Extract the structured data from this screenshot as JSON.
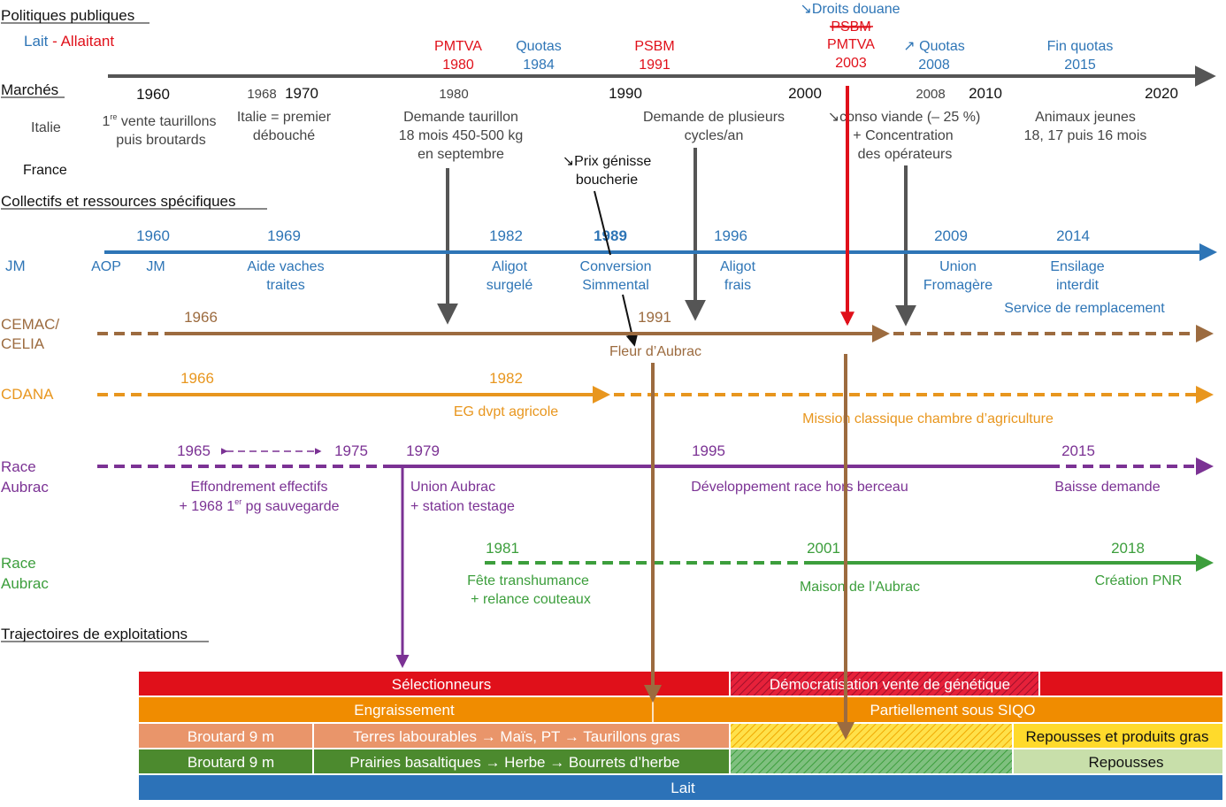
{
  "colors": {
    "gray": "#555555",
    "blue": "#2E75B6",
    "brown": "#9C6B3F",
    "orange": "#E8961E",
    "purple": "#7B3294",
    "green": "#3C9E3C",
    "red": "#E0101A",
    "engraissement": "#F08C00",
    "terres": "#E9956A",
    "prairies": "#4C8A2E",
    "lait": "#2C72B8",
    "yellow": "#FFDA2B",
    "light_green": "#C8DFAA",
    "hatch_red": "#C8102E"
  },
  "sections": {
    "politiques": "Politiques publiques",
    "marches": "Marchés",
    "collectifs": "Collectifs et ressources spécifiques",
    "trajectoires": "Trajectoires de exploitations"
  },
  "legend": {
    "lait": "Lait",
    "sep": " - ",
    "allaitant": "Allaitant"
  },
  "policies": [
    {
      "label": "PMTVA",
      "year": "1980",
      "color": "red"
    },
    {
      "label": "Quotas",
      "year": "1984",
      "color": "blue"
    },
    {
      "label": "PSBM",
      "year": "1991",
      "color": "red"
    },
    {
      "label": "↗ Quotas",
      "year": "2008",
      "color": "blue"
    },
    {
      "label": "Fin quotas",
      "year": "2015",
      "color": "blue"
    }
  ],
  "policy_2003": {
    "droits": "↘Droits douane",
    "psbm": "PSBM",
    "pmtva": "PMTVA",
    "year": "2003"
  },
  "main_axis": {
    "years": [
      "1960",
      "1968",
      "1970",
      "1980",
      "1990",
      "2000",
      "2008",
      "2010",
      "2020"
    ]
  },
  "markets": {
    "italie": "Italie",
    "france": "France",
    "m1_a": "1",
    "m1_sup": "re",
    "m1_b": " vente taurillons",
    "m1_l2": "puis broutards",
    "m2_l1": "Italie = premier",
    "m2_l2": "débouché",
    "m3_l1": "Demande taurillon",
    "m3_l2": "18 mois 450-500 kg",
    "m3_l3": "en septembre",
    "m4_l1": "↘Prix génisse",
    "m4_l2": "boucherie",
    "m5_l1": "Demande de plusieurs",
    "m5_l2": "cycles/an",
    "m6_l1": "↘conso viande (– 25 %)",
    "m6_l2": "+ Concentration",
    "m6_l3": "des opérateurs",
    "m7_l1": "Animaux jeunes",
    "m7_l2": "18, 17 puis 16 mois"
  },
  "jm": {
    "label": "JM",
    "years": [
      "1960",
      "1969",
      "1982",
      "1989",
      "1996",
      "2009",
      "2014"
    ],
    "aop": "AOP",
    "jm2": "JM",
    "e1_l1": "Aide vaches",
    "e1_l2": "traites",
    "e2_l1": "Aligot",
    "e2_l2": "surgelé",
    "e3_l1": "Conversion",
    "e3_l2": "Simmental",
    "e4_l1": "Aligot",
    "e4_l2": "frais",
    "e5_l1": "Union",
    "e5_l2": "Fromagère",
    "e6_l1": "Ensilage",
    "e6_l2": "interdit",
    "e7": "Service de remplacement"
  },
  "cemac": {
    "label_l1": "CEMAC/",
    "label_l2": "CELIA",
    "y1": "1966",
    "y2": "1991",
    "event": "Fleur d’Aubrac"
  },
  "cdana": {
    "label": "CDANA",
    "y1": "1966",
    "y2": "1982",
    "e1": "EG dvpt agricole",
    "e2": "Mission classique chambre d’agriculture"
  },
  "race_aubrac": {
    "label_l1": "Race",
    "label_l2": "Aubrac",
    "y1": "1965",
    "y2": "1975",
    "y3": "1979",
    "y4": "1995",
    "y5": "2015",
    "e1_l1": "Effondrement effectifs",
    "e1_l2a": "+ 1968 1",
    "e1_sup": "er",
    "e1_l2b": " pg sauvegarde",
    "e2_l1": "Union Aubrac",
    "e2_l2": "+ station testage",
    "e3": "Développement race hors berceau",
    "e4": "Baisse demande"
  },
  "race_aubrac2": {
    "label_l1": "Race",
    "label_l2": "Aubrac",
    "y1": "1981",
    "y2": "2001",
    "y3": "2018",
    "e1_l1": "Fête transhumance",
    "e1_l2": "+ relance couteaux",
    "e2": "Maison de l’Aubrac",
    "e3": "Création  PNR"
  },
  "bars": {
    "selectionneurs": "Sélectionneurs",
    "democratisation": "Démocratisation vente de génétique",
    "engraissement": "Engraissement",
    "partiellement": "Partiellement sous SIQO",
    "broutard1": "Broutard 9 m",
    "terres": "Terres labourables → Maïs, PT → Taurillons gras",
    "repousses_gras": "Repousses et produits gras",
    "broutard2": "Broutard 9 m",
    "prairies": "Prairies basaltiques → Herbe → Bourrets d’herbe",
    "repousses": "Repousses",
    "lait": "Lait"
  }
}
